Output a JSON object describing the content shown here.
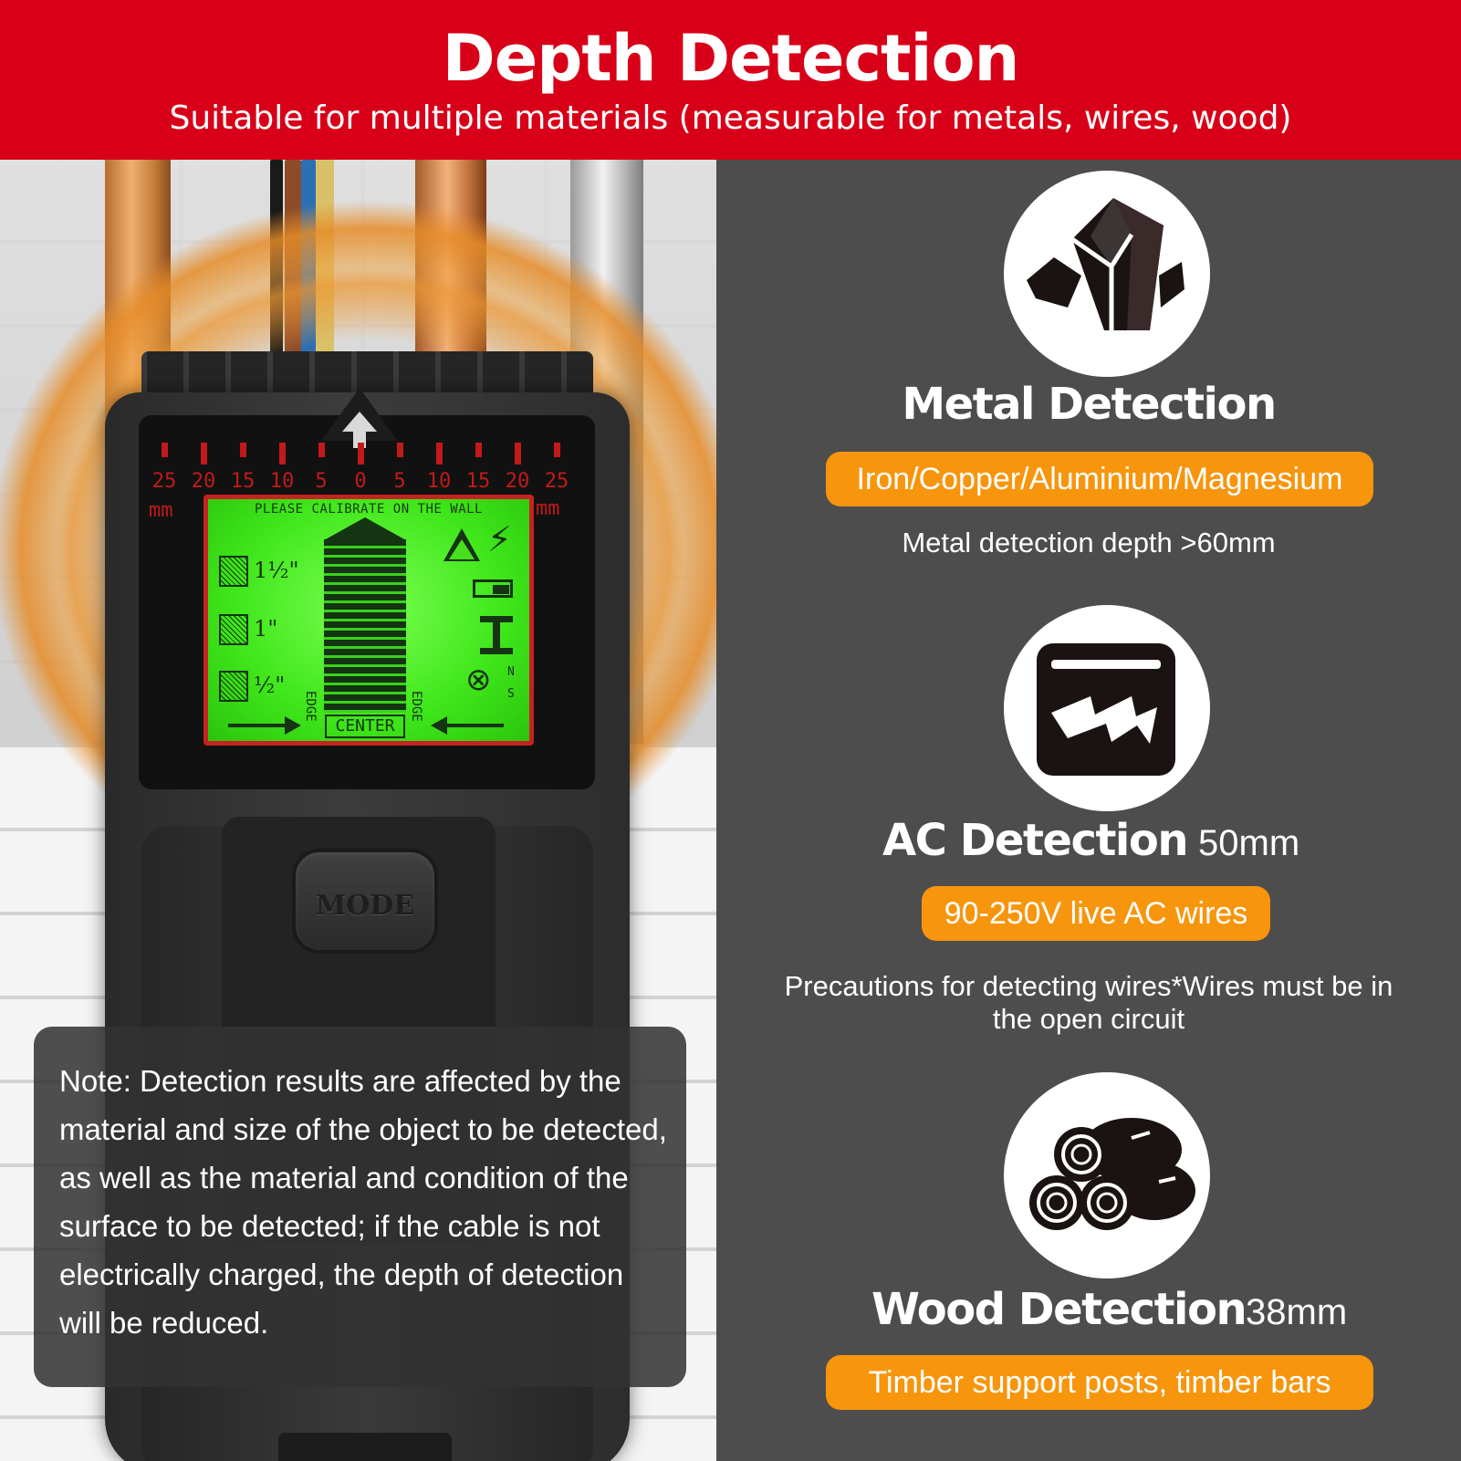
{
  "header": {
    "title": "Depth Detection",
    "subtitle": "Suitable for multiple materials (measurable for metals, wires, wood)"
  },
  "device": {
    "ruler_left": [
      "25",
      "20",
      "15",
      "10",
      "5",
      "0"
    ],
    "ruler_right": [
      "5",
      "10",
      "15",
      "20",
      "25"
    ],
    "unit": "mm",
    "lcd": {
      "calibrate": "PLEASE CALIBRATE ON THE WALL",
      "center": "CENTER",
      "edge": "EDGE",
      "wood_sizes": [
        "1½\"",
        "1\"",
        "½\""
      ],
      "north": "N",
      "south": "S"
    },
    "mode_button": "MODE"
  },
  "note": {
    "text": "Note: Detection results are affected by the material and size of the object to be detected, as well as the material and condition of the surface to be detected; if the cable is not electrically charged, the depth of detection will be reduced."
  },
  "features": {
    "metal": {
      "icon": "metal-crystal-icon",
      "title": "Metal Detection",
      "pill": "Iron/Copper/Aluminium/Magnesium",
      "description": "Metal detection depth >60mm"
    },
    "ac": {
      "icon": "ac-lightning-icon",
      "title": "AC Detection",
      "value": "50mm",
      "pill": "90-250V live AC wires",
      "description": "Precautions for detecting wires*Wires must be in the open circuit"
    },
    "wood": {
      "icon": "wood-logs-icon",
      "title": "Wood Detection",
      "value": "38mm",
      "pill": "Timber support posts, timber bars"
    }
  },
  "colors": {
    "header_red": "#d80018",
    "panel_gray": "#4d4d4d",
    "pill_orange": "#f7950d",
    "lcd_green": "#46e01e"
  }
}
